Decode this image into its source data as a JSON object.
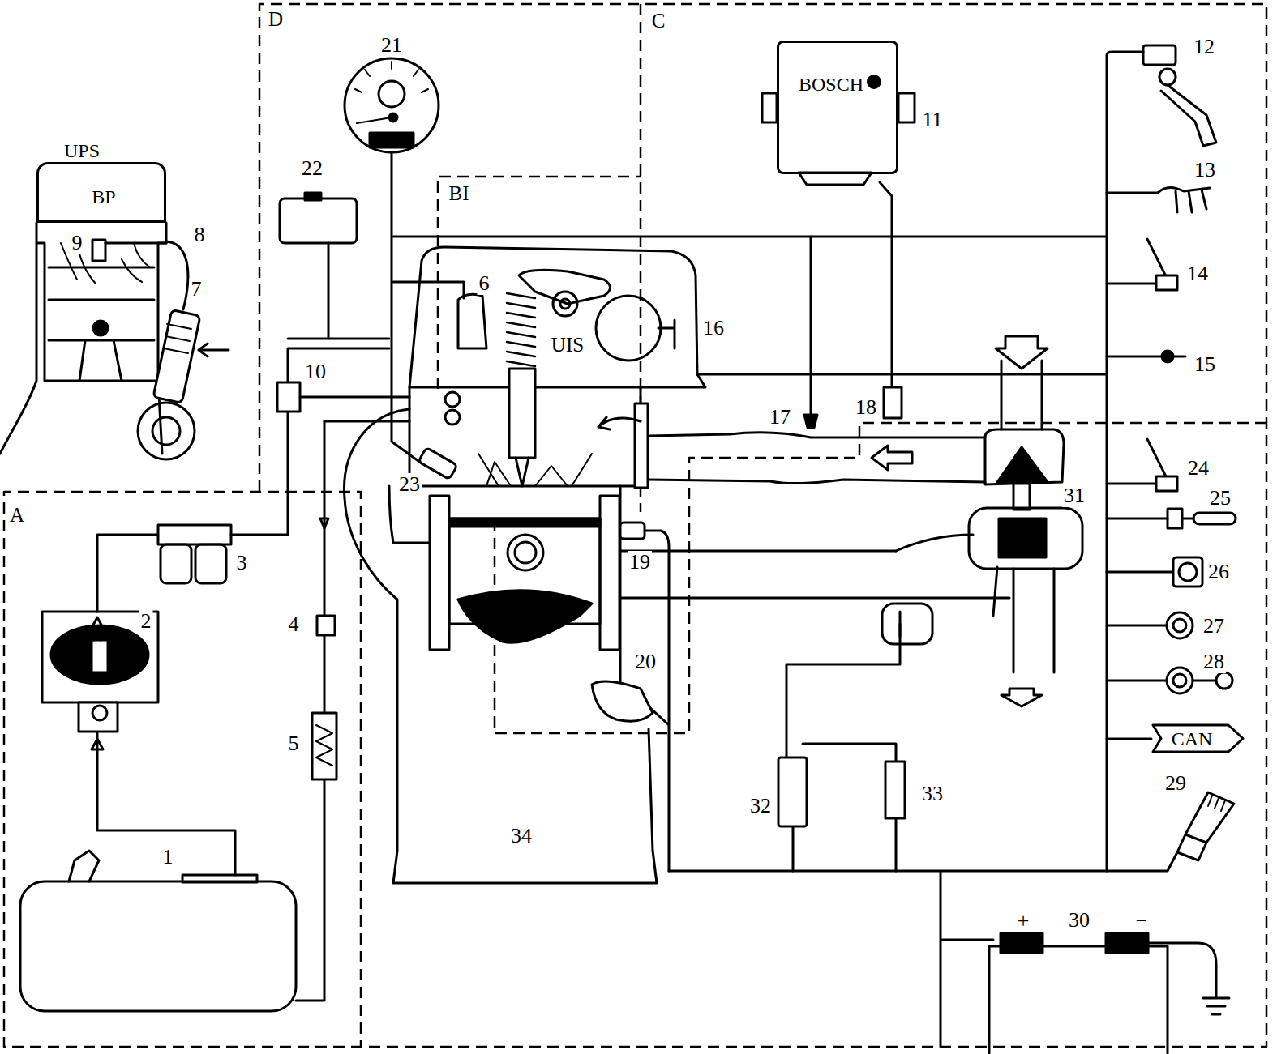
{
  "diagram": {
    "nodes": [
      {
        "text": [
          "D"
        ]
      },
      {
        "text": [
          "C"
        ]
      },
      {
        "text": [
          "BOSCH"
        ],
        "in": 1
      },
      {
        "text": [
          "UPS",
          "BP"
        ]
      },
      {
        "text": [
          "BI"
        ]
      },
      {
        "text": [
          "UIS"
        ]
      },
      {
        "text": [
          "CAN"
        ],
        "in": 1
      },
      {
        "text": [
          "A"
        ]
      }
    ],
    "labels": [
      "1",
      "2",
      "3",
      "4",
      "5",
      "6",
      "7",
      "8",
      "9",
      "10",
      "11",
      "12",
      "13",
      "14",
      "15",
      "16",
      "17",
      "18",
      "19",
      "20",
      "21",
      "22",
      "23",
      "24",
      "25",
      "26",
      "27",
      "28",
      "29",
      "30",
      "31",
      "32",
      "33",
      "34",
      "+",
      "−"
    ]
  }
}
